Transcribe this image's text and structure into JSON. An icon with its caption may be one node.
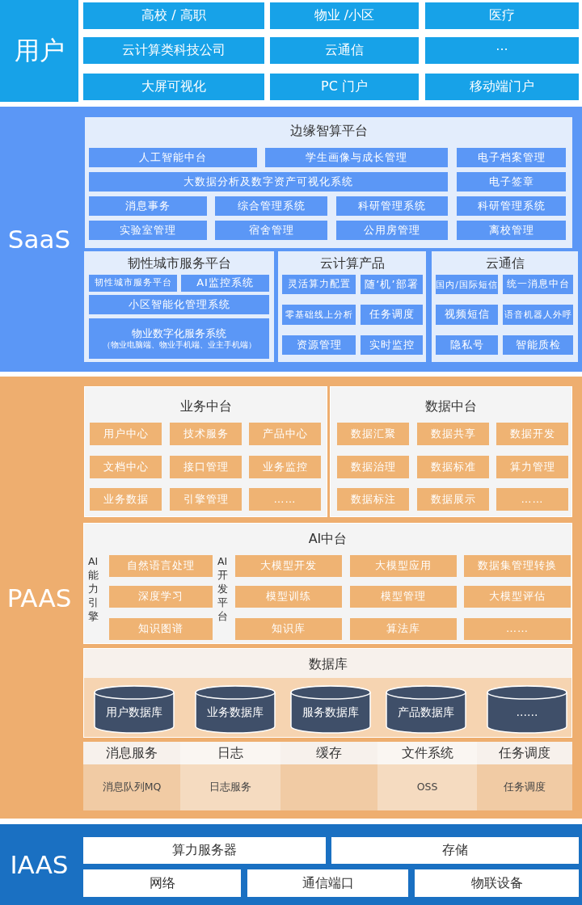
{
  "diagram": {
    "nodes": [
      {
        "text": [
          "用户"
        ]
      },
      {
        "text": [
          "高校 / 高职"
        ],
        "in": 0
      },
      {
        "text": [
          "物业 /小区"
        ],
        "in": 0
      },
      {
        "text": [
          "医疗"
        ],
        "in": 0
      },
      {
        "text": [
          "云计算类科技公司"
        ],
        "in": 0
      },
      {
        "text": [
          "云通信"
        ],
        "in": 0
      },
      {
        "text": [
          "···"
        ],
        "in": 0
      },
      {
        "text": [
          "大屏可视化"
        ],
        "in": 0
      },
      {
        "text": [
          "PC 门户"
        ],
        "in": 0
      },
      {
        "text": [
          "移动端门户"
        ],
        "in": 0
      },
      {
        "text": [
          "SaaS"
        ]
      },
      {
        "text": [
          "边缘智算平台"
        ],
        "in": 10
      },
      {
        "text": [
          "人工智能中台"
        ],
        "in": 11
      },
      {
        "text": [
          "学生画像与成长管理"
        ],
        "in": 11
      },
      {
        "text": [
          "电子档案管理"
        ],
        "in": 11
      },
      {
        "text": [
          "大数据分析及数字资产可视化系统"
        ],
        "in": 11
      },
      {
        "text": [
          "电子签章"
        ],
        "in": 11
      },
      {
        "text": [
          "消息事务"
        ],
        "in": 11
      },
      {
        "text": [
          "综合管理系统"
        ],
        "in": 11
      },
      {
        "text": [
          "科研管理系统"
        ],
        "in": 11
      },
      {
        "text": [
          "科研管理系统"
        ],
        "in": 11
      },
      {
        "text": [
          "实验室管理"
        ],
        "in": 11
      },
      {
        "text": [
          "宿舍管理"
        ],
        "in": 11
      },
      {
        "text": [
          "公用房管理"
        ],
        "in": 11
      },
      {
        "text": [
          "离校管理"
        ],
        "in": 11
      },
      {
        "text": [
          "韧性城市服务平台"
        ],
        "in": 10
      },
      {
        "text": [
          "韧性城市服务平台"
        ],
        "in": 25
      },
      {
        "text": [
          "AI监控系统"
        ],
        "in": 25
      },
      {
        "text": [
          "小区智能化管理系统"
        ],
        "in": 25
      },
      {
        "text": [
          "物业数字化服务系统",
          "（物业电脑端、物业手机端、业主手机端）"
        ],
        "in": 25
      },
      {
        "text": [
          "云计算产品"
        ],
        "in": 10
      },
      {
        "text": [
          "灵活算力配置"
        ],
        "in": 30
      },
      {
        "text": [
          "随‘机’部署"
        ],
        "in": 30
      },
      {
        "text": [
          "零基础线上分析"
        ],
        "in": 30
      },
      {
        "text": [
          "任务调度"
        ],
        "in": 30
      },
      {
        "text": [
          "资源管理"
        ],
        "in": 30
      },
      {
        "text": [
          "实时监控"
        ],
        "in": 30
      },
      {
        "text": [
          "云通信"
        ],
        "in": 10
      },
      {
        "text": [
          "国内/国际短信"
        ],
        "in": 37
      },
      {
        "text": [
          "统一消息中台"
        ],
        "in": 37
      },
      {
        "text": [
          "视频短信"
        ],
        "in": 37
      },
      {
        "text": [
          "语音机器人外呼"
        ],
        "in": 37
      },
      {
        "text": [
          "隐私号"
        ],
        "in": 37
      },
      {
        "text": [
          "智能质检"
        ],
        "in": 37
      },
      {
        "text": [
          "PAAS"
        ]
      },
      {
        "text": [
          "业务中台"
        ],
        "in": 44
      },
      {
        "text": [
          "用户中心"
        ],
        "in": 45
      },
      {
        "text": [
          "技术服务"
        ],
        "in": 45
      },
      {
        "text": [
          "产品中心"
        ],
        "in": 45
      },
      {
        "text": [
          "文档中心"
        ],
        "in": 45
      },
      {
        "text": [
          "接口管理"
        ],
        "in": 45
      },
      {
        "text": [
          "业务监控"
        ],
        "in": 45
      },
      {
        "text": [
          "业务数据"
        ],
        "in": 45
      },
      {
        "text": [
          "引擎管理"
        ],
        "in": 45
      },
      {
        "text": [
          "……"
        ],
        "in": 45
      },
      {
        "text": [
          "数据中台"
        ],
        "in": 44
      },
      {
        "text": [
          "数据汇聚"
        ],
        "in": 55
      },
      {
        "text": [
          "数据共享"
        ],
        "in": 55
      },
      {
        "text": [
          "数据开发"
        ],
        "in": 55
      },
      {
        "text": [
          "数据治理"
        ],
        "in": 55
      },
      {
        "text": [
          "数据标准"
        ],
        "in": 55
      },
      {
        "text": [
          "算力管理"
        ],
        "in": 55
      },
      {
        "text": [
          "数据标注"
        ],
        "in": 55
      },
      {
        "text": [
          "数据展示"
        ],
        "in": 55
      },
      {
        "text": [
          "……"
        ],
        "in": 55
      },
      {
        "text": [
          "AI中台"
        ],
        "in": 44
      },
      {
        "text": [
          "自然语言处理"
        ],
        "in": 65
      },
      {
        "text": [
          "大模型开发"
        ],
        "in": 65
      },
      {
        "text": [
          "大模型应用"
        ],
        "in": 65
      },
      {
        "text": [
          "数据集管理转换"
        ],
        "in": 65
      },
      {
        "text": [
          "深度学习"
        ],
        "in": 65
      },
      {
        "text": [
          "模型训练"
        ],
        "in": 65
      },
      {
        "text": [
          "模型管理"
        ],
        "in": 65
      },
      {
        "text": [
          "大模型评估"
        ],
        "in": 65
      },
      {
        "text": [
          "知识图谱"
        ],
        "in": 65
      },
      {
        "text": [
          "知识库"
        ],
        "in": 65
      },
      {
        "text": [
          "算法库"
        ],
        "in": 65
      },
      {
        "text": [
          "……"
        ],
        "in": 65
      },
      {
        "text": [
          "数据库"
        ],
        "in": 44
      },
      {
        "text": [
          "用户数据库"
        ],
        "in": 78
      },
      {
        "text": [
          "业务数据库"
        ],
        "in": 78
      },
      {
        "text": [
          "服务数据库"
        ],
        "in": 78
      },
      {
        "text": [
          "产品数据库"
        ],
        "in": 78
      },
      {
        "text": [
          "……"
        ],
        "in": 78
      },
      {
        "text": [
          "消息服务"
        ],
        "in": 44
      },
      {
        "text": [
          "日志"
        ],
        "in": 44
      },
      {
        "text": [
          "缓存"
        ],
        "in": 44
      },
      {
        "text": [
          "文件系统"
        ],
        "in": 44
      },
      {
        "text": [
          "任务调度"
        ],
        "in": 44
      },
      {
        "text": [
          "消息队列MQ"
        ],
        "in": 44
      },
      {
        "text": [
          "日志服务"
        ],
        "in": 44
      },
      {
        "text": [],
        "shape": "box",
        "in": 44
      },
      {
        "text": [
          "OSS"
        ],
        "in": 44
      },
      {
        "text": [
          "任务调度"
        ],
        "in": 44
      },
      {
        "text": [
          "IAAS"
        ]
      },
      {
        "text": [
          "算力服务器"
        ],
        "in": 94
      },
      {
        "text": [
          "存储"
        ],
        "in": 94
      },
      {
        "text": [
          "网络"
        ],
        "in": 94
      },
      {
        "text": [
          "通信端口"
        ],
        "in": 94
      },
      {
        "text": [
          "物联设备"
        ],
        "in": 94
      }
    ],
    "labels": [
      "AI能力引擎",
      "AI开发平台"
    ]
  }
}
